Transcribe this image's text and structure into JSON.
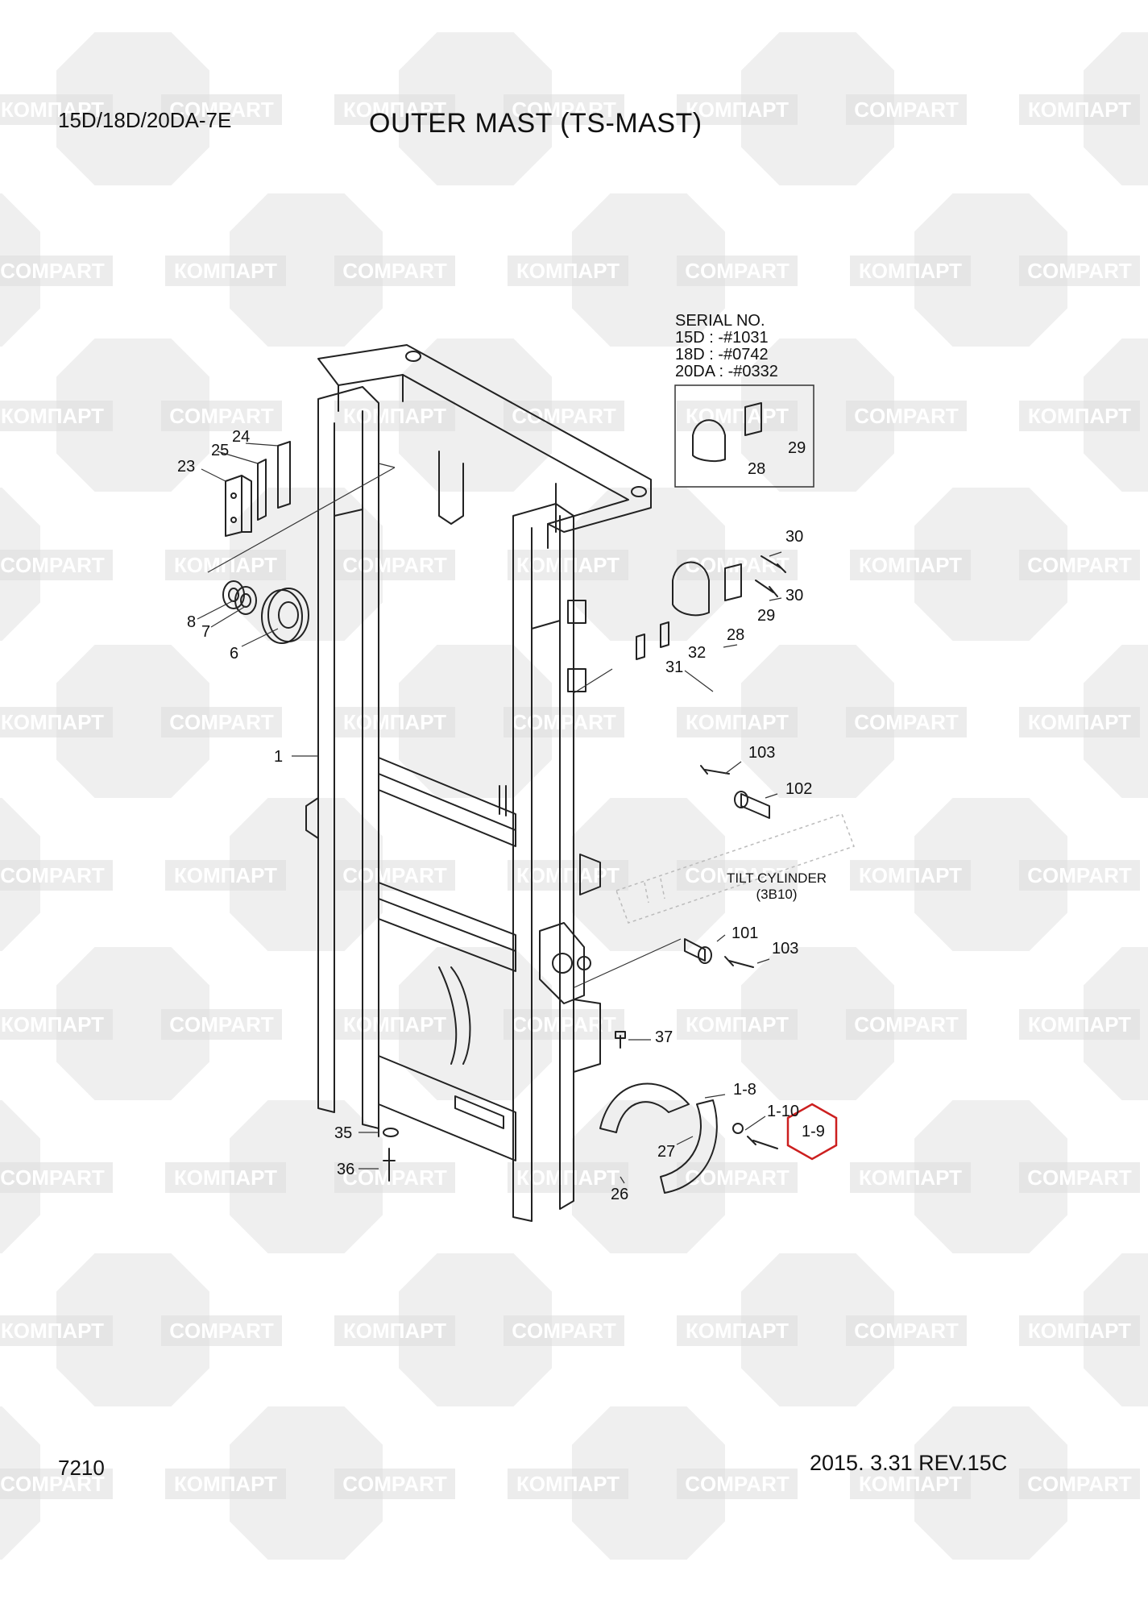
{
  "header": {
    "model": "15D/18D/20DA-7E",
    "title": "OUTER MAST (TS-MAST)"
  },
  "footer": {
    "page_number": "7210",
    "date_revision": "2015. 3.31  REV.15C"
  },
  "serial_box": {
    "heading": "SERIAL NO.",
    "lines": [
      "15D : -#1031",
      "18D : -#0742",
      "20DA : -#0332"
    ]
  },
  "tilt_cylinder": {
    "line1": "TILT CYLINDER",
    "line2": "(3B10)"
  },
  "watermark": {
    "text_cyr": "КОМПАРТ",
    "text_lat": "COMPART",
    "color": "#dcdcdc"
  },
  "highlight_color": "#cc1f1f",
  "callouts": [
    "1",
    "1-8",
    "1-9",
    "1-10",
    "6",
    "7",
    "8",
    "23",
    "24",
    "25",
    "26",
    "27",
    "28",
    "29",
    "30",
    "31",
    "32",
    "35",
    "36",
    "37",
    "101",
    "102",
    "103"
  ],
  "highlighted_callout": "1-9"
}
